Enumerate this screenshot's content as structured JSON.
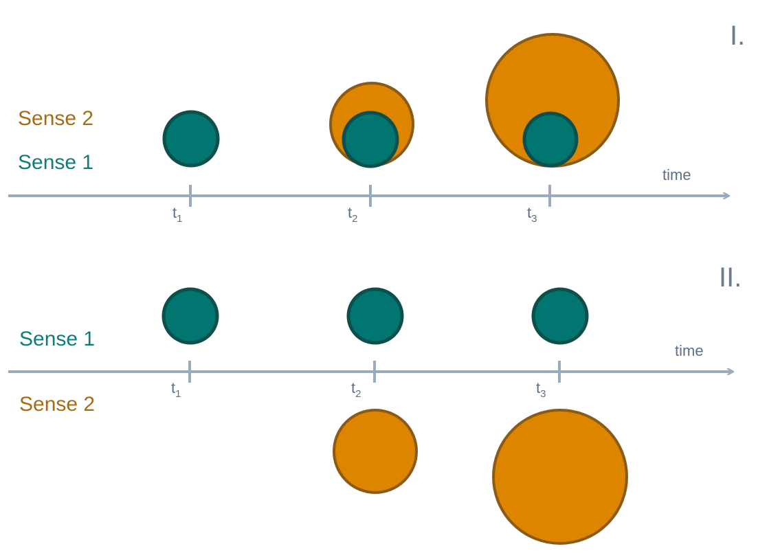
{
  "colors": {
    "sense1_fill": "#01756F",
    "sense1_stroke": "#0C4F4B",
    "sense2_fill": "#DE8500",
    "sense2_stroke": "#8A5A17",
    "axis": "#9AABBE",
    "tick_text": "#5D6F80",
    "sense1_text": "#0E7D78",
    "sense2_text": "#A86A12",
    "roman_text": "#6B7A8C"
  },
  "panels": [
    {
      "numeral": "I.",
      "labels": {
        "upper": "Sense 2",
        "lower": "Sense 1"
      },
      "axis_label": "time",
      "ticks": [
        {
          "main": "t",
          "sub": "1"
        },
        {
          "main": "t",
          "sub": "2"
        },
        {
          "main": "t",
          "sub": "3"
        }
      ],
      "sense1_sizes": [
        1,
        1,
        1
      ],
      "sense2_sizes": [
        0,
        1.5,
        2.4
      ]
    },
    {
      "numeral": "II.",
      "labels": {
        "upper": "Sense 1",
        "lower": "Sense 2"
      },
      "axis_label": "time",
      "ticks": [
        {
          "main": "t",
          "sub": "1"
        },
        {
          "main": "t",
          "sub": "2"
        },
        {
          "main": "t",
          "sub": "3"
        }
      ],
      "sense1_sizes": [
        1,
        1,
        1
      ],
      "sense2_sizes": [
        0,
        1.5,
        2.4
      ]
    }
  ]
}
